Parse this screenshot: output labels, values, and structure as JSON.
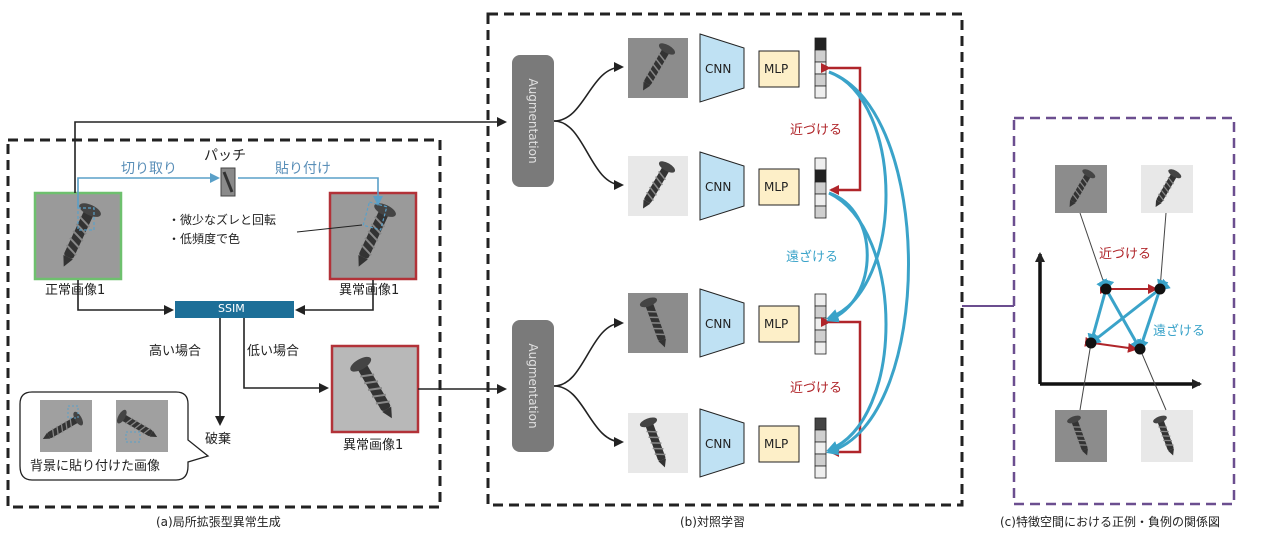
{
  "colors": {
    "pull": "#b0252a",
    "push": "#3aa3c9",
    "cnn_fill": "#bfe1f3",
    "mlp_fill": "#fdefc8",
    "ssim_fill": "#1d6f98",
    "aug_fill": "#7a7a7a",
    "normal_border": "#6ec06e",
    "anomaly_border": "#b23238",
    "panel_c_border": "#6b4e8f",
    "copy_arrow": "#5aa0c8"
  },
  "panel_a": {
    "caption": "(a)局所拡張型異常生成",
    "patch_label": "パッチ",
    "cut_label": "切り取り",
    "paste_label": "貼り付け",
    "note_line1": "・微少なズレと回転",
    "note_line2": "・低頻度で色",
    "normal_image_label": "正常画像1",
    "anomaly_image_label_top": "異常画像1",
    "ssim_label": "SSIM",
    "high_label": "高い場合",
    "low_label": "低い場合",
    "discard_label": "破棄",
    "anomaly_image_label_bottom": "異常画像1",
    "background_paste_label": "背景に貼り付けた画像"
  },
  "panel_b": {
    "caption": "(b)対照学習",
    "augmentation_label": "Augmentation",
    "cnn_label": "CNN",
    "mlp_label": "MLP",
    "pull_label_top": "近づける",
    "push_label": "遠ざける",
    "pull_label_bottom": "近づける"
  },
  "panel_c": {
    "caption": "(c)特徴空間における正例・負例の関係図",
    "pull_label": "近づける",
    "push_label": "遠ざける"
  },
  "icons": [
    "screw-image-icon",
    "arrow-icon"
  ]
}
